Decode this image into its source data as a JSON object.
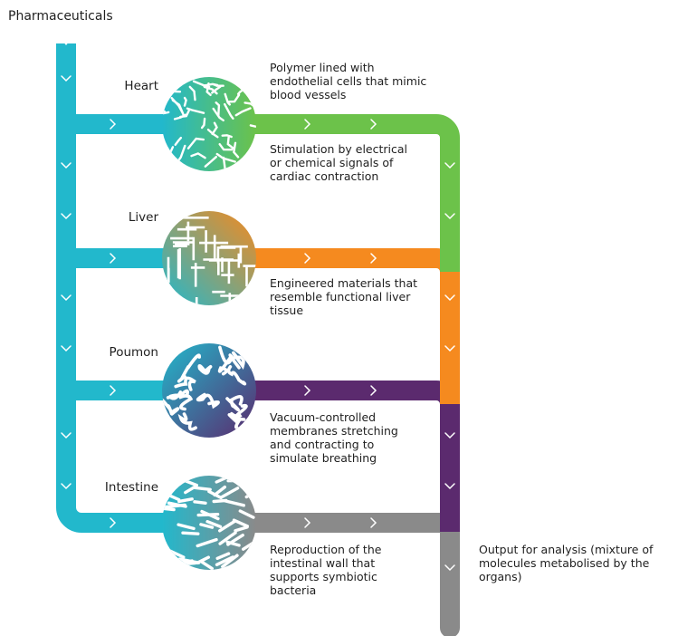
{
  "title": "Pharmaceuticals",
  "output_label": "Output for analysis (mixture of\nmolecules metabolised by the\norgans)",
  "colors": {
    "main_flow": "#22b8cc",
    "heart": "#6cc24a",
    "liver": "#f58a1f",
    "lung": "#5b2a6e",
    "intestine": "#8a8a8a",
    "chevron": "#ffffff"
  },
  "organs": [
    {
      "name": "Heart",
      "texture": "fragments",
      "description_top": "Polymer lined with\nendothelial cells that mimic\nblood vessels",
      "description_bottom": "Stimulation by electrical\nor chemical signals of\ncardiac contraction"
    },
    {
      "name": "Liver",
      "texture": "grid",
      "description_bottom": "Engineered materials that\nresemble functional liver\ntissue"
    },
    {
      "name": "Poumon",
      "texture": "tubes",
      "description_bottom": "Vacuum-controlled\nmembranes stretching\nand contracting to\nsimulate breathing"
    },
    {
      "name": "Intestine",
      "texture": "rods",
      "description_bottom": "Reproduction of the\nintestinal wall that\nsupports symbiotic\nbacteria"
    }
  ]
}
